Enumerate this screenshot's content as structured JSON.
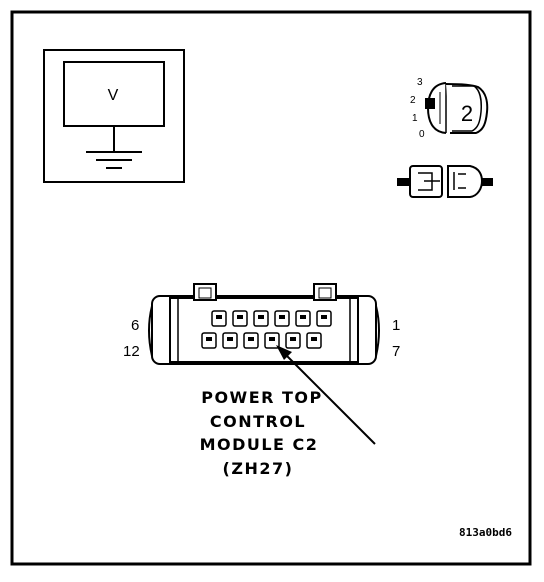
{
  "meter": {
    "label": "V"
  },
  "ignition_switch": {
    "positions": [
      "3",
      "2",
      "1",
      "0"
    ],
    "selected": "2"
  },
  "connector": {
    "pin_top_left": "6",
    "pin_bottom_left": "12",
    "pin_top_right": "1",
    "pin_bottom_right": "7"
  },
  "caption": {
    "lines": [
      "POWER TOP",
      "CONTROL",
      "MODULE C2",
      "(ZH27)"
    ]
  },
  "figure_code": "813a0bd6"
}
